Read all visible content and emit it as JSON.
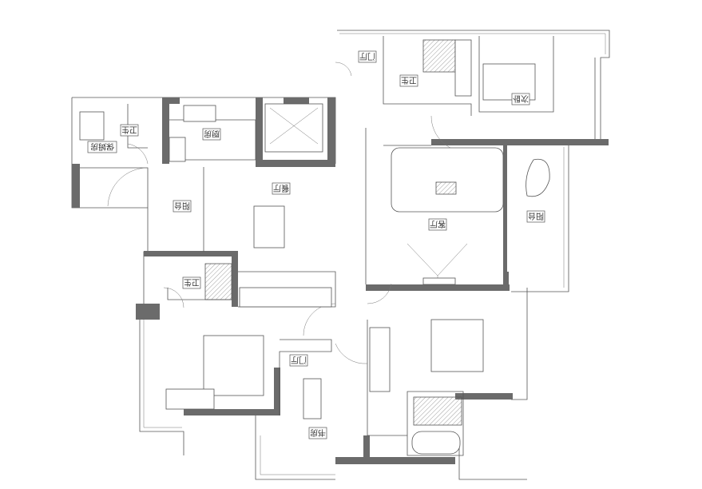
{
  "title": "住宅平面布置图",
  "rooms": [
    {
      "id": "nanny-room",
      "label": "保姆房"
    },
    {
      "id": "nanny-bath",
      "label": "卫生"
    },
    {
      "id": "kitchen",
      "label": "厨房"
    },
    {
      "id": "dining",
      "label": "餐厅"
    },
    {
      "id": "service-balcony",
      "label": "阳台"
    },
    {
      "id": "entry",
      "label": "门厅"
    },
    {
      "id": "upper-bath",
      "label": "卫生"
    },
    {
      "id": "second-bedroom",
      "label": "次卧"
    },
    {
      "id": "living-room",
      "label": "客厅"
    },
    {
      "id": "living-balcony",
      "label": "阳台"
    },
    {
      "id": "small-bath",
      "label": "卫生"
    },
    {
      "id": "hall",
      "label": "门厅"
    },
    {
      "id": "study",
      "label": "书房"
    }
  ],
  "colors": {
    "wall": "#6b6b6b",
    "line": "#555555",
    "background": "#ffffff"
  }
}
